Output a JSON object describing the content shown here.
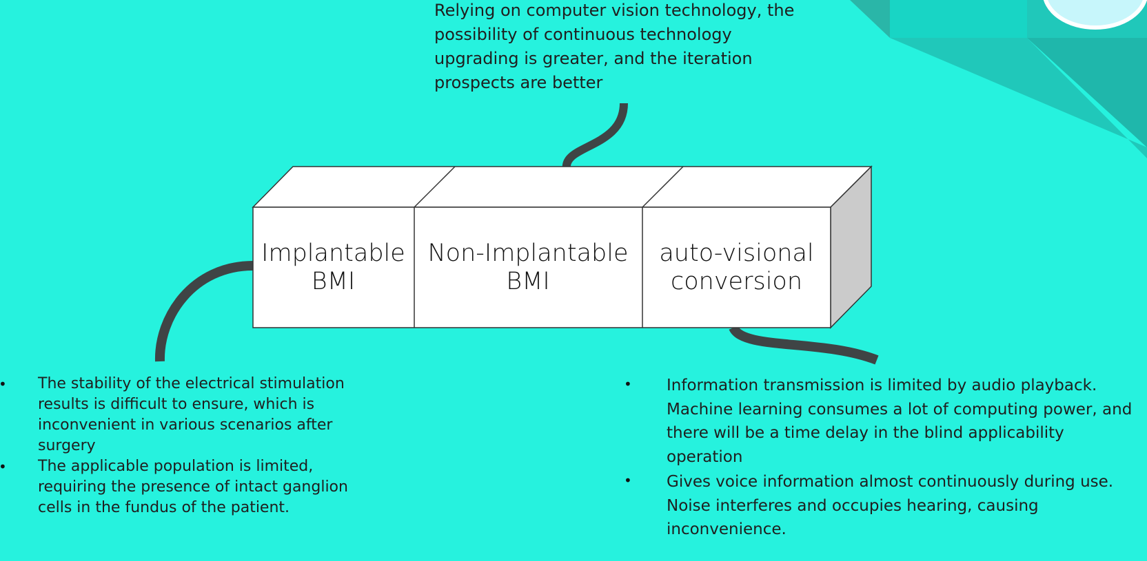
{
  "top_note": {
    "text": "Relying on computer vision technology, the possibility of continuous technology upgrading is greater, and the iteration prospects are better"
  },
  "blocks": {
    "implantable": "Implantable BMI",
    "non_implantable": "Non-Implantable BMI",
    "auto_visional": "auto-visional conversion"
  },
  "left_notes": {
    "items": [
      "The stability of the electrical stimulation results is difficult to ensure, which is inconvenient in various scenarios after surgery",
      "The applicable population is limited, requiring the presence of intact ganglion cells in the fundus of the patient."
    ]
  },
  "right_notes": {
    "items": [
      "Information transmission is limited by audio playback. Machine learning consumes a lot of computing power, and there will be a time delay in the blind applicability operation",
      "Gives voice information almost continuously during use. Noise interferes and occupies hearing, causing inconvenience."
    ]
  },
  "colors": {
    "background": "#26F2DE",
    "connector": "#3F4445",
    "block_face": "#FFFFFF",
    "block_side": "#CBCBCB",
    "corner_circle": "#C7F6FB"
  }
}
